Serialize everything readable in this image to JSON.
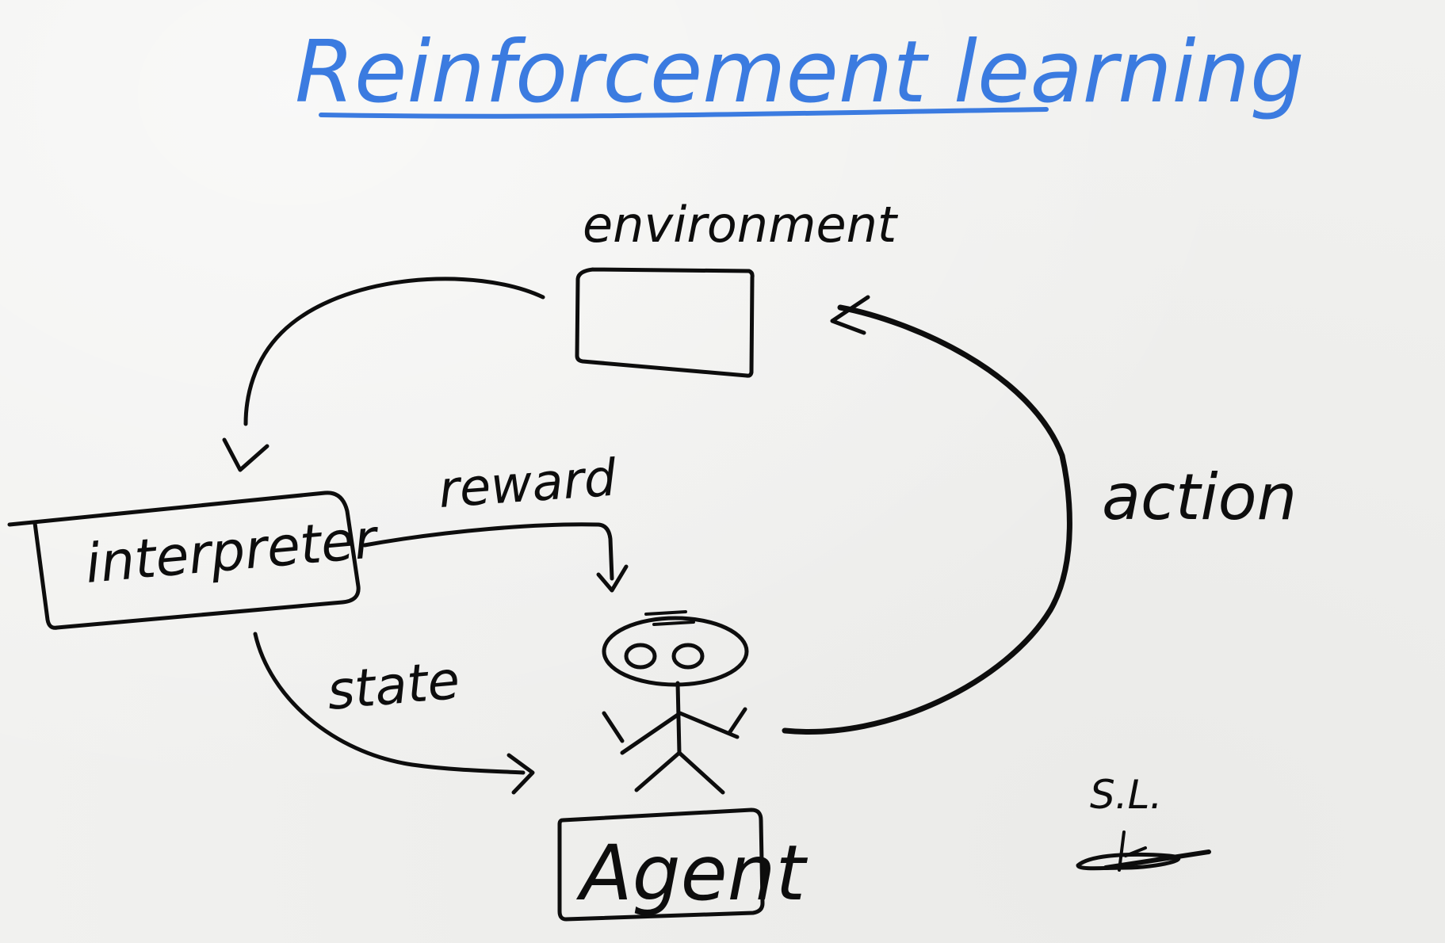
{
  "title": "Reinforcement learning",
  "nodes": {
    "environment": "environment",
    "interpreter": "interpreter",
    "agent": "Agent"
  },
  "edges": {
    "reward": "reward",
    "state": "state",
    "action": "action"
  },
  "signature": {
    "initials": "S.L."
  },
  "colors": {
    "title": "#3b7be0",
    "ink": "#0d0d0d",
    "paper": "#f1f1ef"
  }
}
